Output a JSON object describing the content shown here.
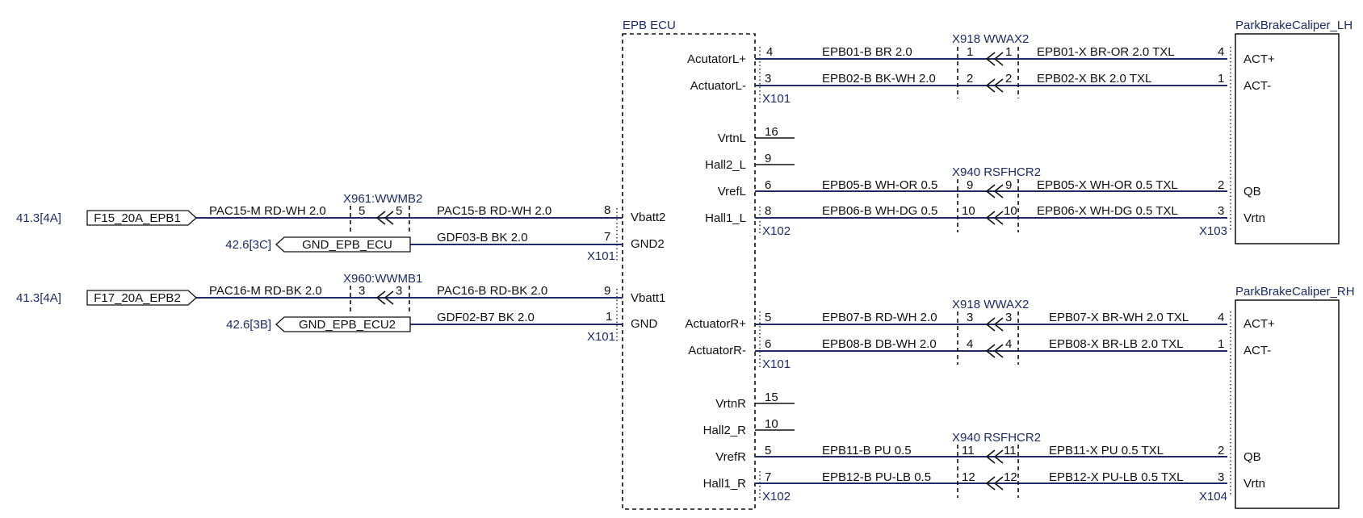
{
  "ecu": {
    "title": "EPB ECU",
    "pins_right": [
      {
        "name": "AcutatorL+",
        "pin": "4"
      },
      {
        "name": "ActuatorL-",
        "pin": "3"
      },
      {
        "name": "VrtnL",
        "pin": "16"
      },
      {
        "name": "Hall2_L",
        "pin": "9"
      },
      {
        "name": "VrefL",
        "pin": "6"
      },
      {
        "name": "Hall1_L",
        "pin": "8"
      },
      {
        "name": "ActuatorR+",
        "pin": "5"
      },
      {
        "name": "ActuatorR-",
        "pin": "6"
      },
      {
        "name": "VrtnR",
        "pin": "15"
      },
      {
        "name": "Hall2_R",
        "pin": "10"
      },
      {
        "name": "VrefR",
        "pin": "5"
      },
      {
        "name": "Hall1_R",
        "pin": "7"
      }
    ],
    "pins_left": [
      {
        "name": "Vbatt2",
        "pin": "8"
      },
      {
        "name": "GND2",
        "pin": "7"
      },
      {
        "name": "Vbatt1",
        "pin": "9"
      },
      {
        "name": "GND",
        "pin": "1"
      }
    ],
    "connector_labels": [
      "X101",
      "X102",
      "X101",
      "X102",
      "X101",
      "X101"
    ]
  },
  "calipers": [
    {
      "title": "ParkBrakeCaliper_LH",
      "pins": [
        {
          "name": "ACT+",
          "pin": "4"
        },
        {
          "name": "ACT-",
          "pin": "1"
        },
        {
          "name": "QB",
          "pin": "2"
        },
        {
          "name": "Vrtn",
          "pin": "3"
        }
      ],
      "connectors": [
        "X103"
      ]
    },
    {
      "title": "ParkBrakeCaliper_RH",
      "pins": [
        {
          "name": "ACT+",
          "pin": "4"
        },
        {
          "name": "ACT-",
          "pin": "1"
        },
        {
          "name": "QB",
          "pin": "2"
        },
        {
          "name": "Vrtn",
          "pin": "3"
        }
      ],
      "connectors": [
        "X104"
      ]
    }
  ],
  "inline_connectors": [
    {
      "title": "X918 WWAX2",
      "pins": [
        [
          "1",
          "1"
        ],
        [
          "2",
          "2"
        ]
      ]
    },
    {
      "title": "X940 RSFHCR2",
      "pins": [
        [
          "9",
          "9"
        ],
        [
          "10",
          "10"
        ]
      ]
    },
    {
      "title": "X918 WWAX2",
      "pins": [
        [
          "3",
          "3"
        ],
        [
          "4",
          "4"
        ]
      ]
    },
    {
      "title": "X940 RSFHCR2",
      "pins": [
        [
          "11",
          "11"
        ],
        [
          "12",
          "12"
        ]
      ]
    },
    {
      "title": "X961:WWMB2",
      "pins": [
        [
          "5",
          "5"
        ]
      ]
    },
    {
      "title": "X960:WWMB1",
      "pins": [
        [
          "3",
          "3"
        ]
      ]
    }
  ],
  "wires_ecu_side": [
    "EPB01-B BR 2.0",
    "EPB02-B BK-WH 2.0",
    "EPB05-B WH-OR 0.5",
    "EPB06-B WH-DG 0.5",
    "EPB07-B RD-WH 2.0",
    "EPB08-B DB-WH 2.0",
    "EPB11-B PU 0.5",
    "EPB12-B PU-LB 0.5"
  ],
  "wires_caliper_side": [
    "EPB01-X BR-OR 2.0  TXL",
    "EPB02-X BK 2.0  TXL",
    "EPB05-X WH-OR 0.5  TXL",
    "EPB06-X WH-DG 0.5  TXL",
    "EPB07-X BR-WH 2.0  TXL",
    "EPB08-X BR-LB 2.0  TXL",
    "EPB11-X PU 0.5  TXL",
    "EPB12-X PU-LB 0.5  TXL"
  ],
  "power": [
    {
      "ref": "41.3[4A]",
      "fuse": "F15_20A_EPB1",
      "wire_m": "PAC15-M RD-WH 2.0",
      "wire_b": "PAC15-B RD-WH 2.0"
    },
    {
      "ref": "41.3[4A]",
      "fuse": "F17_20A_EPB2",
      "wire_m": "PAC16-M RD-BK 2.0",
      "wire_b": "PAC16-B RD-BK 2.0"
    }
  ],
  "grounds": [
    {
      "ref": "42.6[3C]",
      "label": "GND_EPB_ECU",
      "wire": "GDF03-B BK 2.0"
    },
    {
      "ref": "42.6[3B]",
      "label": "GND_EPB_ECU2",
      "wire": "GDF02-B7 BK 2.0"
    }
  ],
  "colors": {
    "wire": "#1f2a66",
    "ink": "#111111"
  }
}
